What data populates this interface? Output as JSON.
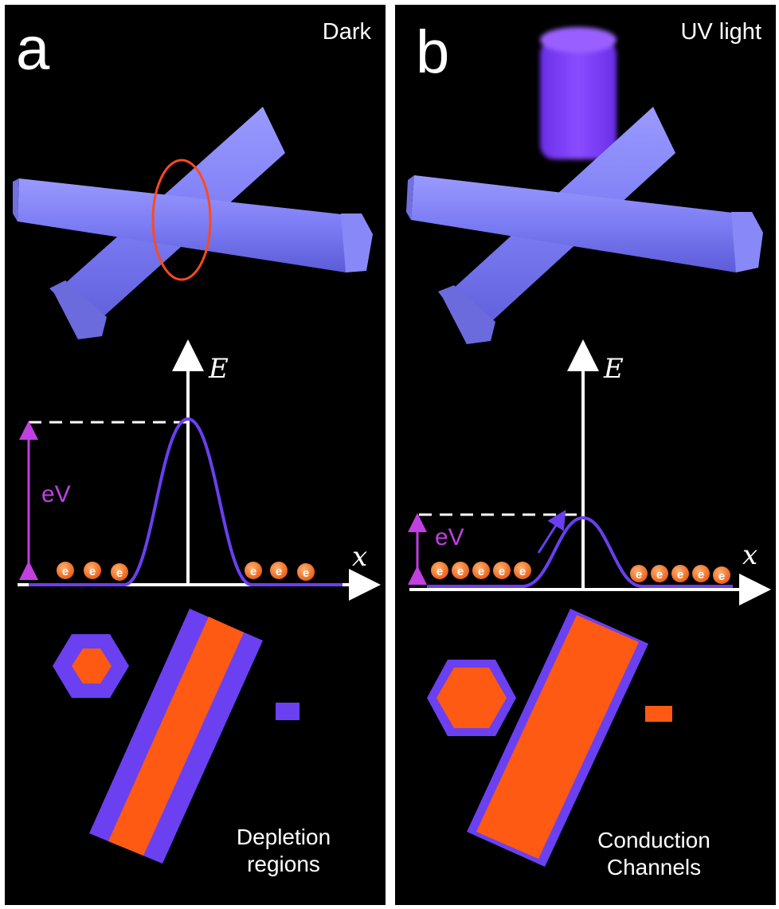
{
  "panels": [
    {
      "letter": "a",
      "condition": "Dark",
      "axis_y_label": "E",
      "axis_x_label": "x",
      "barrier_label": "eV",
      "electron_symbol": "e",
      "legend_label_line1": "Depletion",
      "legend_label_line2": "regions",
      "legend_color": "#6a40f0"
    },
    {
      "letter": "b",
      "condition": "UV light",
      "axis_y_label": "E",
      "axis_x_label": "x",
      "barrier_label": "eV",
      "electron_symbol": "e",
      "legend_label_line1": "Conduction",
      "legend_label_line2": "Channels",
      "legend_color": "#ff5a14"
    }
  ],
  "colors": {
    "nanowire": "#7c7cf4",
    "depletion": "#6a40f0",
    "channel": "#ff5a14",
    "curve": "#6a3ff0",
    "barrier_arrow": "#c040e0",
    "highlight_ellipse": "#ff4a1c"
  }
}
